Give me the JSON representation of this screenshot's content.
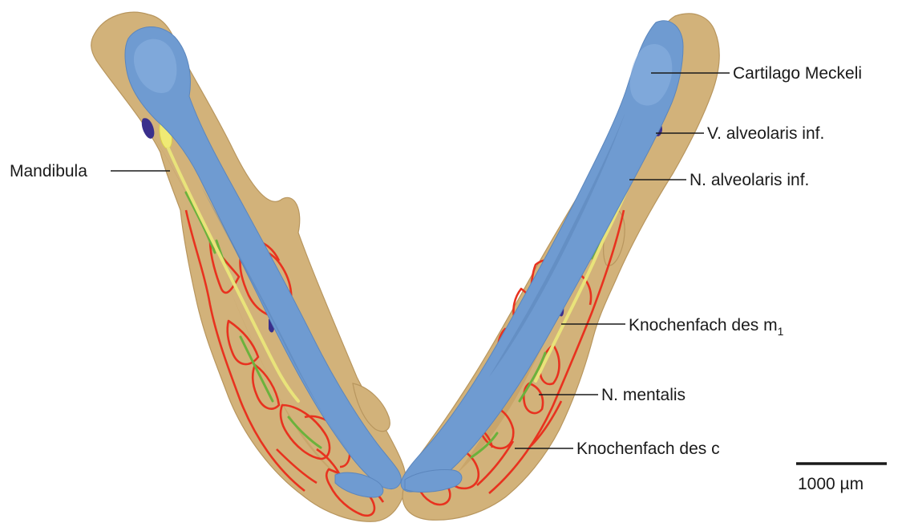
{
  "labels": {
    "mandibula": "Mandibula",
    "cartilago_meckeli": "Cartilago Meckeli",
    "v_alveolaris_inf": "V. alveolaris inf.",
    "n_alveolaris_inf": "N. alveolaris inf.",
    "knochenfach_m1_main": "Knochenfach des m",
    "knochenfach_m1_sub": "1",
    "n_mentalis": "N. mentalis",
    "knochenfach_c": "Knochenfach des c"
  },
  "scale_bar": {
    "label": "1000 µm"
  },
  "colors": {
    "bone": "#d2b27a",
    "cartilage": "#6f9bd1",
    "alveolus_outline": "#e8321f",
    "nerve": "#f0ea74",
    "vein": "#3a2f8c",
    "vessel_green": "#6bb23c"
  }
}
